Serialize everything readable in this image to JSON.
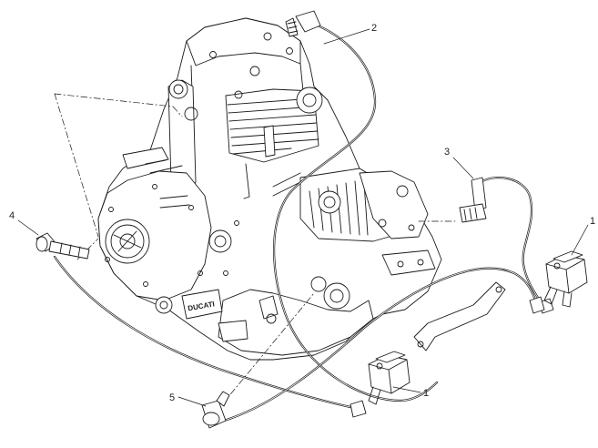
{
  "diagram": {
    "callouts": [
      {
        "id": "c2",
        "label": "2"
      },
      {
        "id": "c3",
        "label": "3"
      },
      {
        "id": "c4",
        "label": "4"
      },
      {
        "id": "c1a",
        "label": "1"
      },
      {
        "id": "c1b",
        "label": "1"
      },
      {
        "id": "c5",
        "label": "5"
      }
    ],
    "engine_logo_text": "DUCATI",
    "colors": {
      "line": "#1a1a1a",
      "fill": "#ffffff",
      "shade": "#d9d9d9"
    }
  }
}
